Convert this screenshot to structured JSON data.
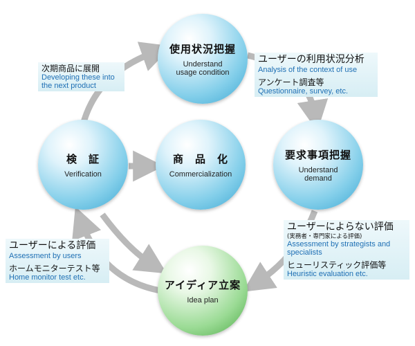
{
  "nodes": {
    "understand_usage": {
      "jp": "使用状況把握",
      "en_1": "Understand",
      "en_2": "usage condition"
    },
    "understand_demand": {
      "jp": "要求事項把握",
      "en_1": "Understand",
      "en_2": "demand"
    },
    "idea_plan": {
      "jp": "アイディア立案",
      "en": "Idea plan"
    },
    "verification": {
      "jp": "検　証",
      "en": "Verification"
    },
    "commercialization": {
      "jp": "商　品　化",
      "en": "Commercialization"
    }
  },
  "labels": {
    "next_product": {
      "jp": "次期商品に展開",
      "en_1": "Developing these into",
      "en_2": "the next product"
    },
    "usage_analysis": {
      "jp_1": "ユーザーの利用状況分析",
      "en_1": "Analysis of the context of use",
      "jp_2": "アンケート調査等",
      "en_2": "Questionnaire, survey, etc."
    },
    "non_user_eval": {
      "jp_1": "ユーザーによらない評価",
      "jp_note": "(実務者・専門家による評価)",
      "en_1": "Assessment by strategists and",
      "en_2": "specialists",
      "jp_2": "ヒューリスティック評価等",
      "en_3": "Heuristic evaluation etc."
    },
    "user_eval": {
      "jp_1": "ユーザーによる評価",
      "en_1": "Assessment by users",
      "jp_2": "ホームモニターテスト等",
      "en_2": "Home monitor test etc."
    }
  },
  "colors": {
    "arrow": "#b9b9b9",
    "english_text": "#1e6fb4",
    "panel": "#e2f2f7",
    "node_blue": "#6cc3e6",
    "node_green": "#7dcf77"
  }
}
